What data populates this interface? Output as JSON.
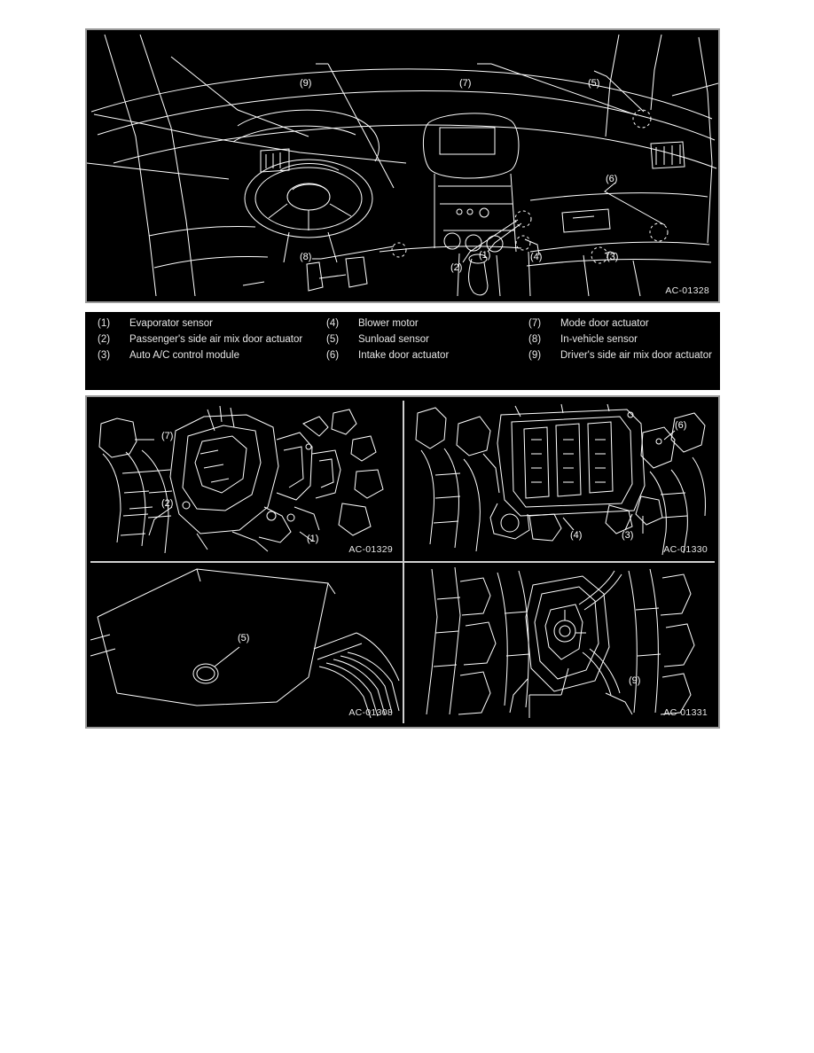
{
  "page": {
    "background_color": "#ffffff",
    "figure_background_color": "#000000",
    "line_color": "#ffffff",
    "border_color": "#9a9a9a"
  },
  "figures": {
    "overview": {
      "id_label": "AC-01328",
      "description": "Instrument panel / dashboard overview with component callouts",
      "callouts": [
        "(9)",
        "(7)",
        "(5)",
        "(6)",
        "(8)",
        "(2)",
        "(1)",
        "(4)",
        "(3)"
      ]
    },
    "detail_top_left": {
      "id_label": "AC-01329",
      "description": "Heater and cooling unit assembly detail",
      "callouts": [
        "(7)",
        "(2)",
        "(1)"
      ]
    },
    "detail_top_right": {
      "id_label": "AC-01330",
      "description": "Blower unit and control module detail",
      "callouts": [
        "(6)",
        "(4)",
        "(3)"
      ]
    },
    "detail_bottom_left": {
      "id_label": "AC-01308",
      "description": "Sunload sensor location on instrument panel top",
      "callouts": [
        "(5)"
      ]
    },
    "detail_bottom_right": {
      "id_label": "AC-01331",
      "description": "Driver's side air mix door actuator location",
      "callouts": [
        "(9)"
      ]
    }
  },
  "legend": {
    "column_1": [
      {
        "number": "(1)",
        "label": "Evaporator sensor"
      },
      {
        "number": "(2)",
        "label": "Passenger's side air mix door actuator"
      },
      {
        "number": "(3)",
        "label": "Auto A/C control module"
      }
    ],
    "column_2": [
      {
        "number": "(4)",
        "label": "Blower motor"
      },
      {
        "number": "(5)",
        "label": "Sunload sensor"
      },
      {
        "number": "(6)",
        "label": "Intake door actuator"
      }
    ],
    "column_3": [
      {
        "number": "(7)",
        "label": "Mode door actuator"
      },
      {
        "number": "(8)",
        "label": "In-vehicle sensor"
      },
      {
        "number": "(9)",
        "label": "Driver's side air mix door actuator"
      }
    ]
  }
}
